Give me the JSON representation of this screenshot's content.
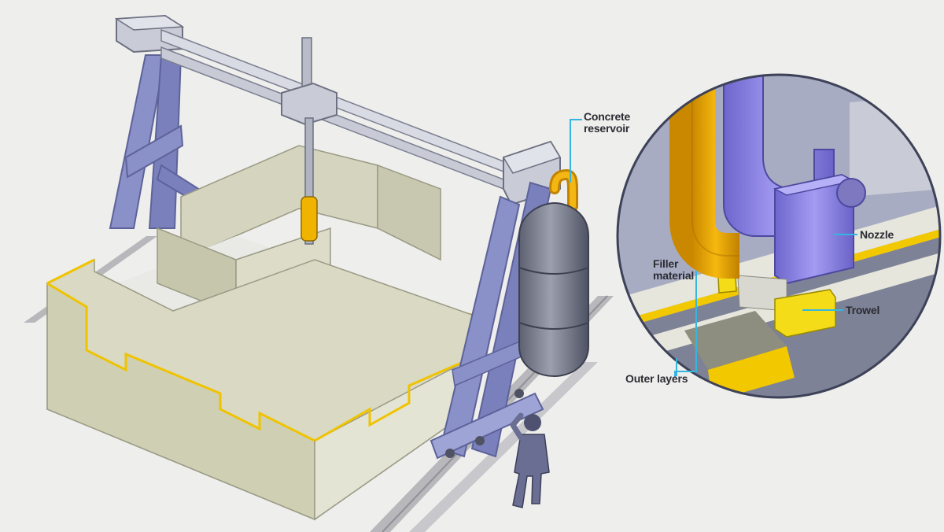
{
  "labels": {
    "concrete_reservoir": "Concrete\nreservoir",
    "nozzle": "Nozzle",
    "filler_material": "Filler\nmaterial",
    "trowel": "Trowel",
    "outer_layers": "Outer layers"
  },
  "colors": {
    "background": "#eeeeec",
    "frame": "#8a90c8",
    "frame_dark": "#5d6399",
    "wall_face": "#d9d9c4",
    "wall_top": "#e4e4d4",
    "wall_inner": "#c6c6ad",
    "wall_edge": "#f0c300",
    "pipe": "#e8a300",
    "tank": "#7c8090",
    "nozzle": "#8c84e6",
    "trowel": "#f4dc18",
    "leader_line": "#35b6e0"
  }
}
